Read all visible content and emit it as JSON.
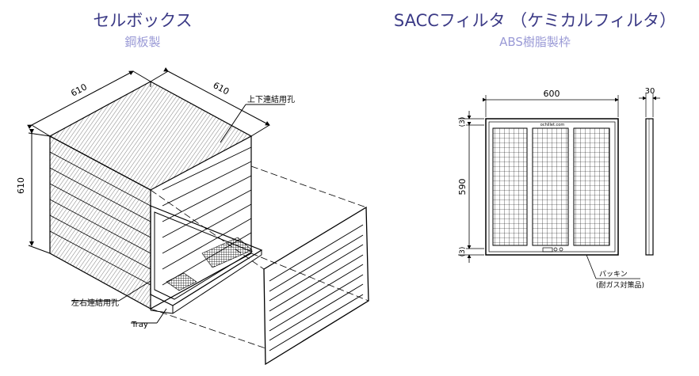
{
  "left": {
    "title": "セルボックス",
    "subtitle": "鋼板製",
    "dims": {
      "width": "610",
      "depth": "610",
      "height": "610"
    },
    "labels": {
      "top_hole": "上下連結用孔",
      "side_hole": "左右連結用孔",
      "tray": "Tray"
    }
  },
  "right": {
    "title": "SACCフィルタ （ケミカルフィルタ）",
    "subtitle": "ABS樹脂製枠",
    "dims": {
      "width": "600",
      "thickness": "30",
      "height": "590",
      "margin_top": "(3)",
      "margin_bottom": "(3)"
    },
    "brand_text": "ochillet.com",
    "labels": {
      "gasket": "パッキン",
      "gasket_note": "(耐ガス対策品)"
    }
  },
  "colors": {
    "title": "#3b3a86",
    "subtitle": "#9a9ad6",
    "line": "#000000"
  }
}
